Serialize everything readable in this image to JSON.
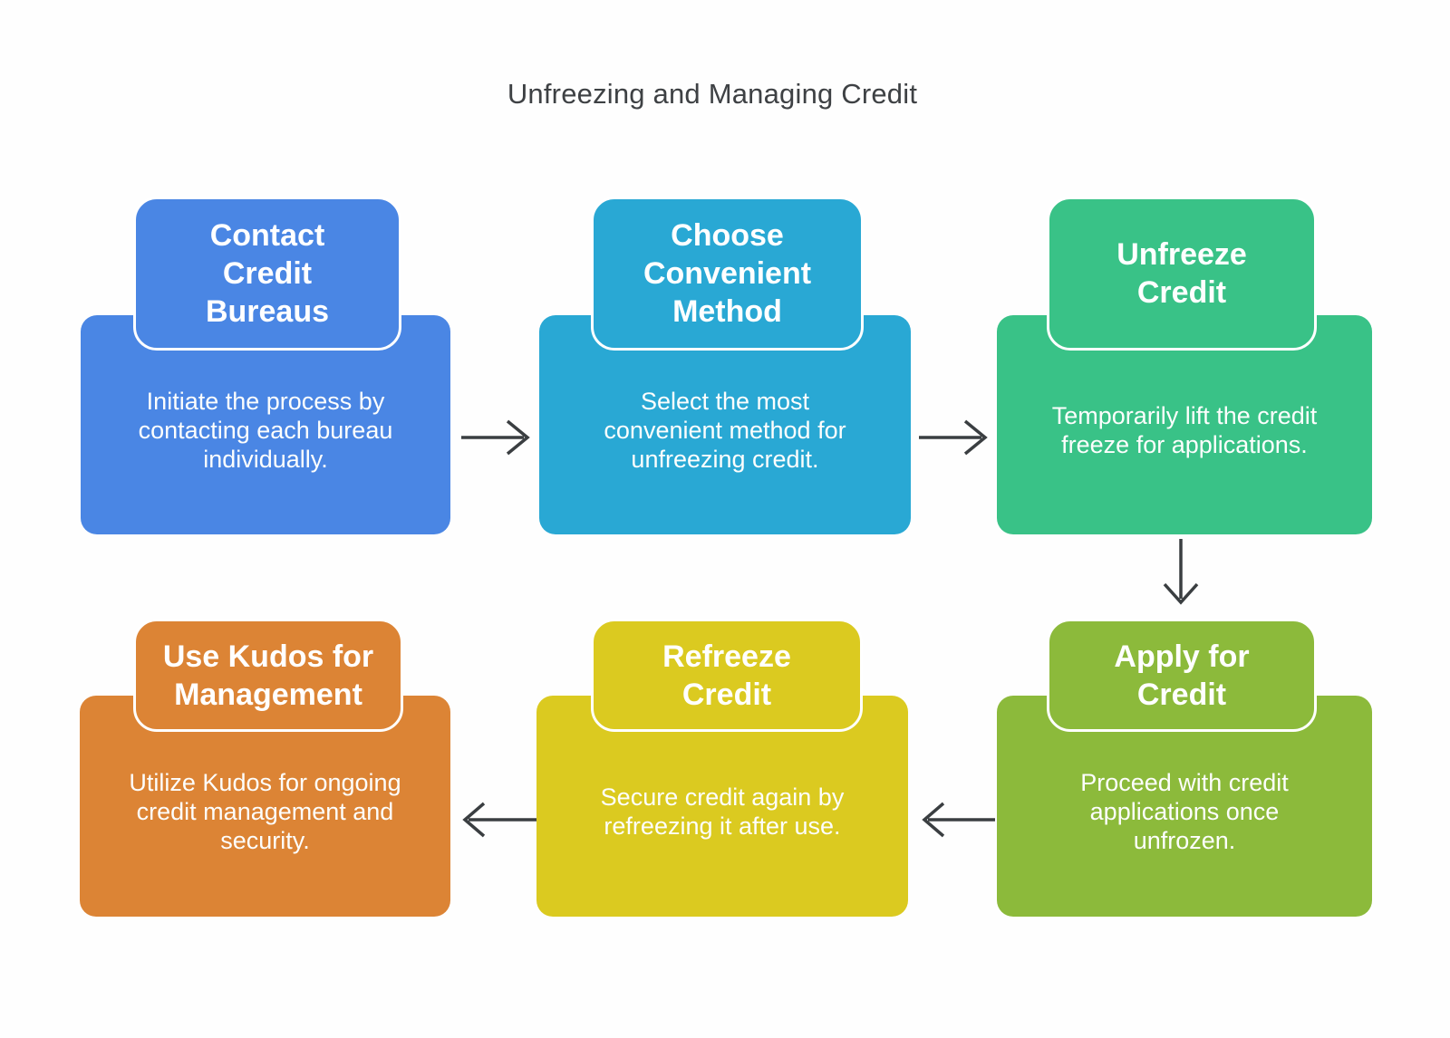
{
  "title": "Unfreezing and Managing Credit",
  "palette": {
    "background": "#fefefe",
    "title_text": "#3e4144",
    "arrow": "#3a3e41",
    "step_text": "#ffffff"
  },
  "steps": [
    {
      "name": "contact-credit-bureaus",
      "color": "#4a86e4",
      "header": "Contact\nCredit\nBureaus",
      "body": "Initiate the process by\ncontacting each bureau\nindividually."
    },
    {
      "name": "choose-convenient-method",
      "color": "#29a8d4",
      "header": "Choose\nConvenient\nMethod",
      "body": "Select the most\nconvenient method for\nunfreezing credit."
    },
    {
      "name": "unfreeze-credit",
      "color": "#39c287",
      "header": "Unfreeze\nCredit",
      "body": "Temporarily lift the credit\nfreeze for applications."
    },
    {
      "name": "apply-for-credit",
      "color": "#8cba3b",
      "header": "Apply for\nCredit",
      "body": "Proceed with credit\napplications once\nunfrozen."
    },
    {
      "name": "refreeze-credit",
      "color": "#dbca20",
      "header": "Refreeze\nCredit",
      "body": "Secure credit again by\nrefreezing it after use."
    },
    {
      "name": "use-kudos-for-management",
      "color": "#dc8435",
      "header": "Use Kudos for\nManagement",
      "body": "Utilize Kudos for ongoing\ncredit management and\nsecurity."
    }
  ],
  "flow": [
    {
      "from": "contact-credit-bureaus",
      "to": "choose-convenient-method",
      "direction": "right"
    },
    {
      "from": "choose-convenient-method",
      "to": "unfreeze-credit",
      "direction": "right"
    },
    {
      "from": "unfreeze-credit",
      "to": "apply-for-credit",
      "direction": "down"
    },
    {
      "from": "apply-for-credit",
      "to": "refreeze-credit",
      "direction": "left"
    },
    {
      "from": "refreeze-credit",
      "to": "use-kudos-for-management",
      "direction": "left"
    }
  ]
}
